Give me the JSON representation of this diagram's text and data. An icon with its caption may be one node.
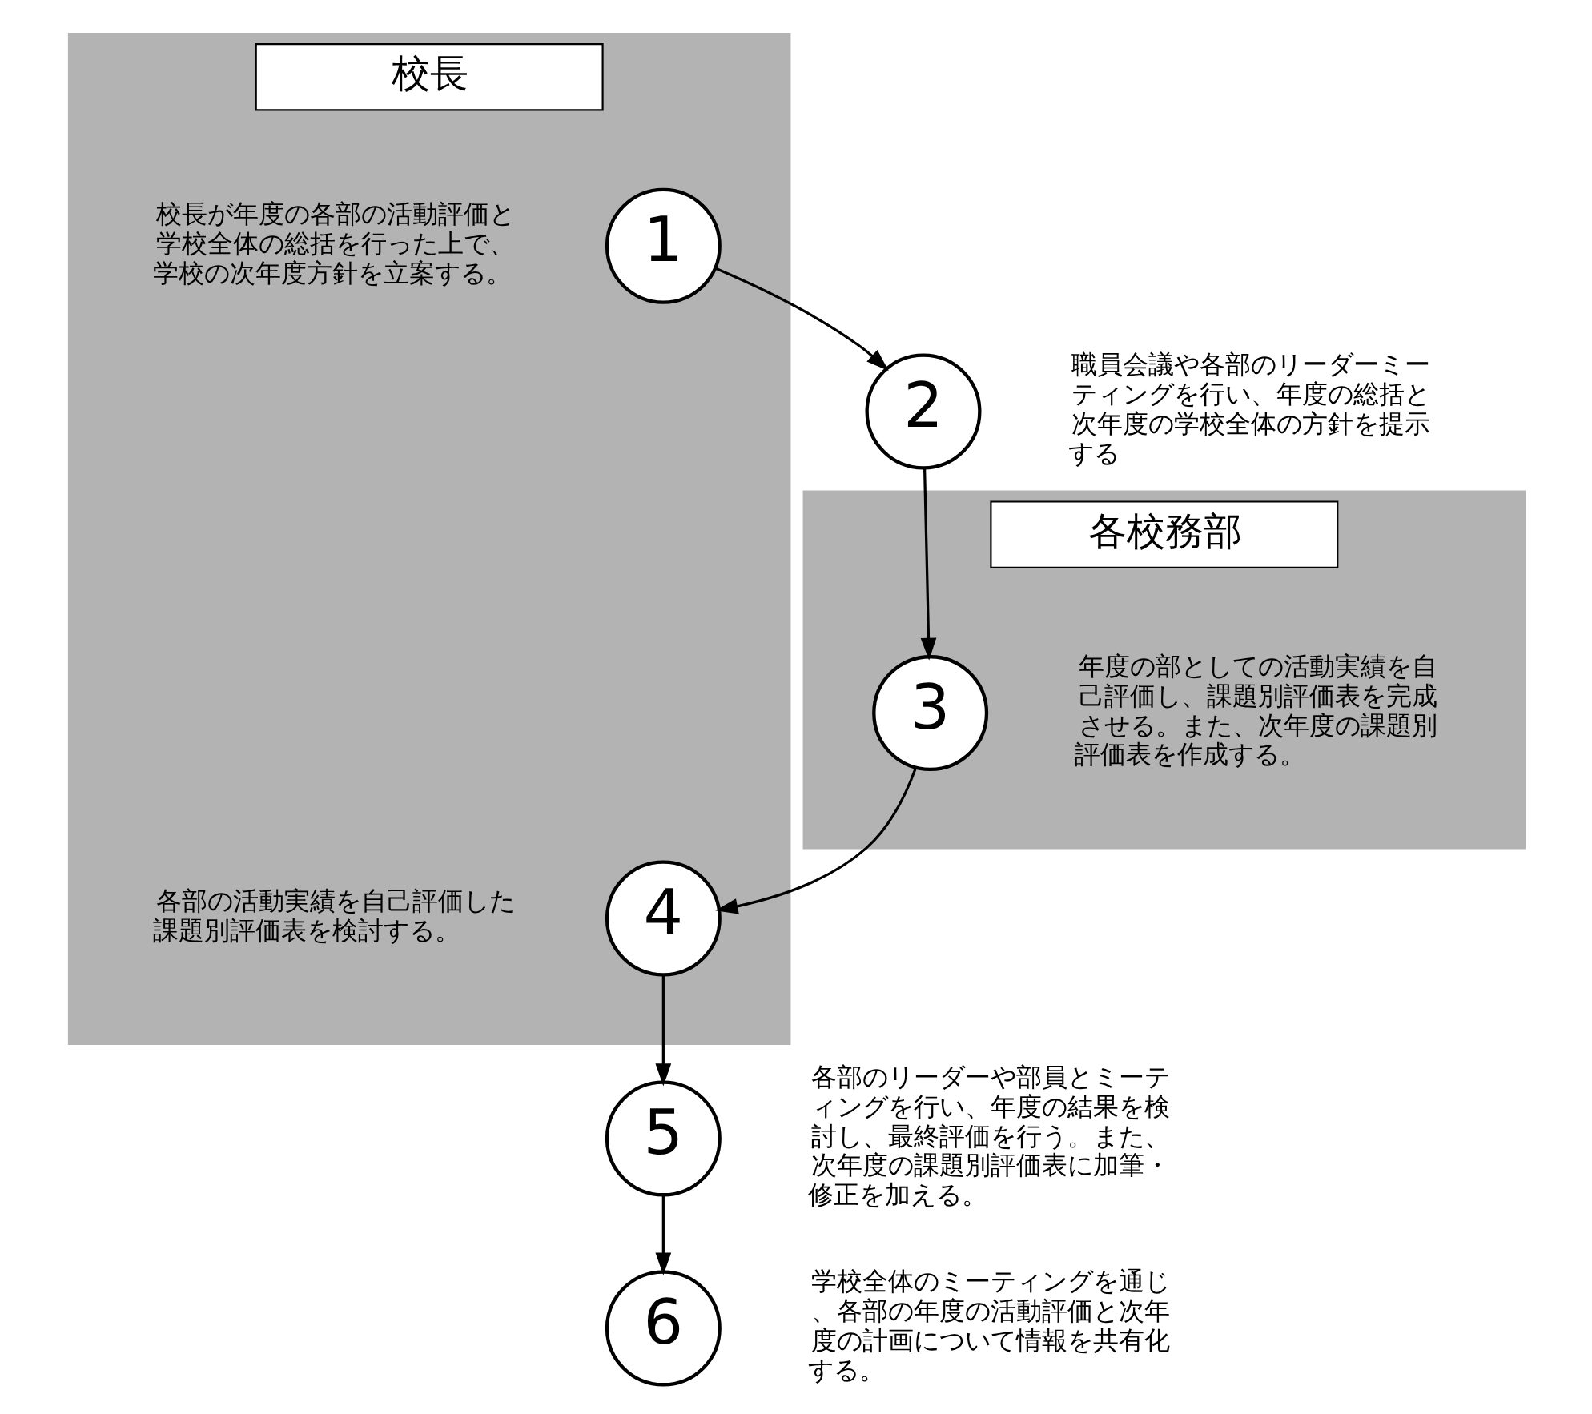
{
  "diagram": {
    "nodes": [
      {
        "text": [
          "校長"
        ]
      },
      {
        "text": [
          "各校務部"
        ]
      },
      {
        "text": [
          "1"
        ],
        "in": 0,
        "beside": [
          "校長が年度の各部の活動評価と学校全体の総括を行った上で、学校の次年度方針を立案する。"
        ]
      },
      {
        "text": [
          "2"
        ],
        "beside": [
          "職員会議や各部のリーダーミーティングを行い、年度の総括と次年度の学校全体の方針を提示する"
        ]
      },
      {
        "text": [
          "3"
        ],
        "in": 1,
        "beside": [
          "年度の部としての活動実績を自己評価し、課題別評価表を完成させる。また、次年度の課題別評価表を作成する。"
        ]
      },
      {
        "text": [
          "4"
        ],
        "in": 0,
        "beside": [
          "各部の活動実績を自己評価した課題別評価表を検討する。"
        ]
      },
      {
        "text": [
          "5"
        ],
        "beside": [
          "各部のリーダーや部員とミーティングを行い、年度の結果を検討し、最終評価を行う。また、次年度の課題別評価表に加筆・修正を加える。"
        ]
      },
      {
        "text": [
          "6"
        ],
        "beside": [
          "学校全体のミーティングを通じ、各部の年度の活動評価と次年度の計画について情報を共有化する。"
        ]
      }
    ],
    "edges": [
      {
        "from": 2,
        "to": 3,
        "arrow": "to"
      },
      {
        "from": 3,
        "to": 4,
        "arrow": "to"
      },
      {
        "from": 4,
        "to": 5,
        "arrow": "to"
      },
      {
        "from": 5,
        "to": 6,
        "arrow": "to"
      },
      {
        "from": 6,
        "to": 7,
        "arrow": "to"
      }
    ]
  }
}
